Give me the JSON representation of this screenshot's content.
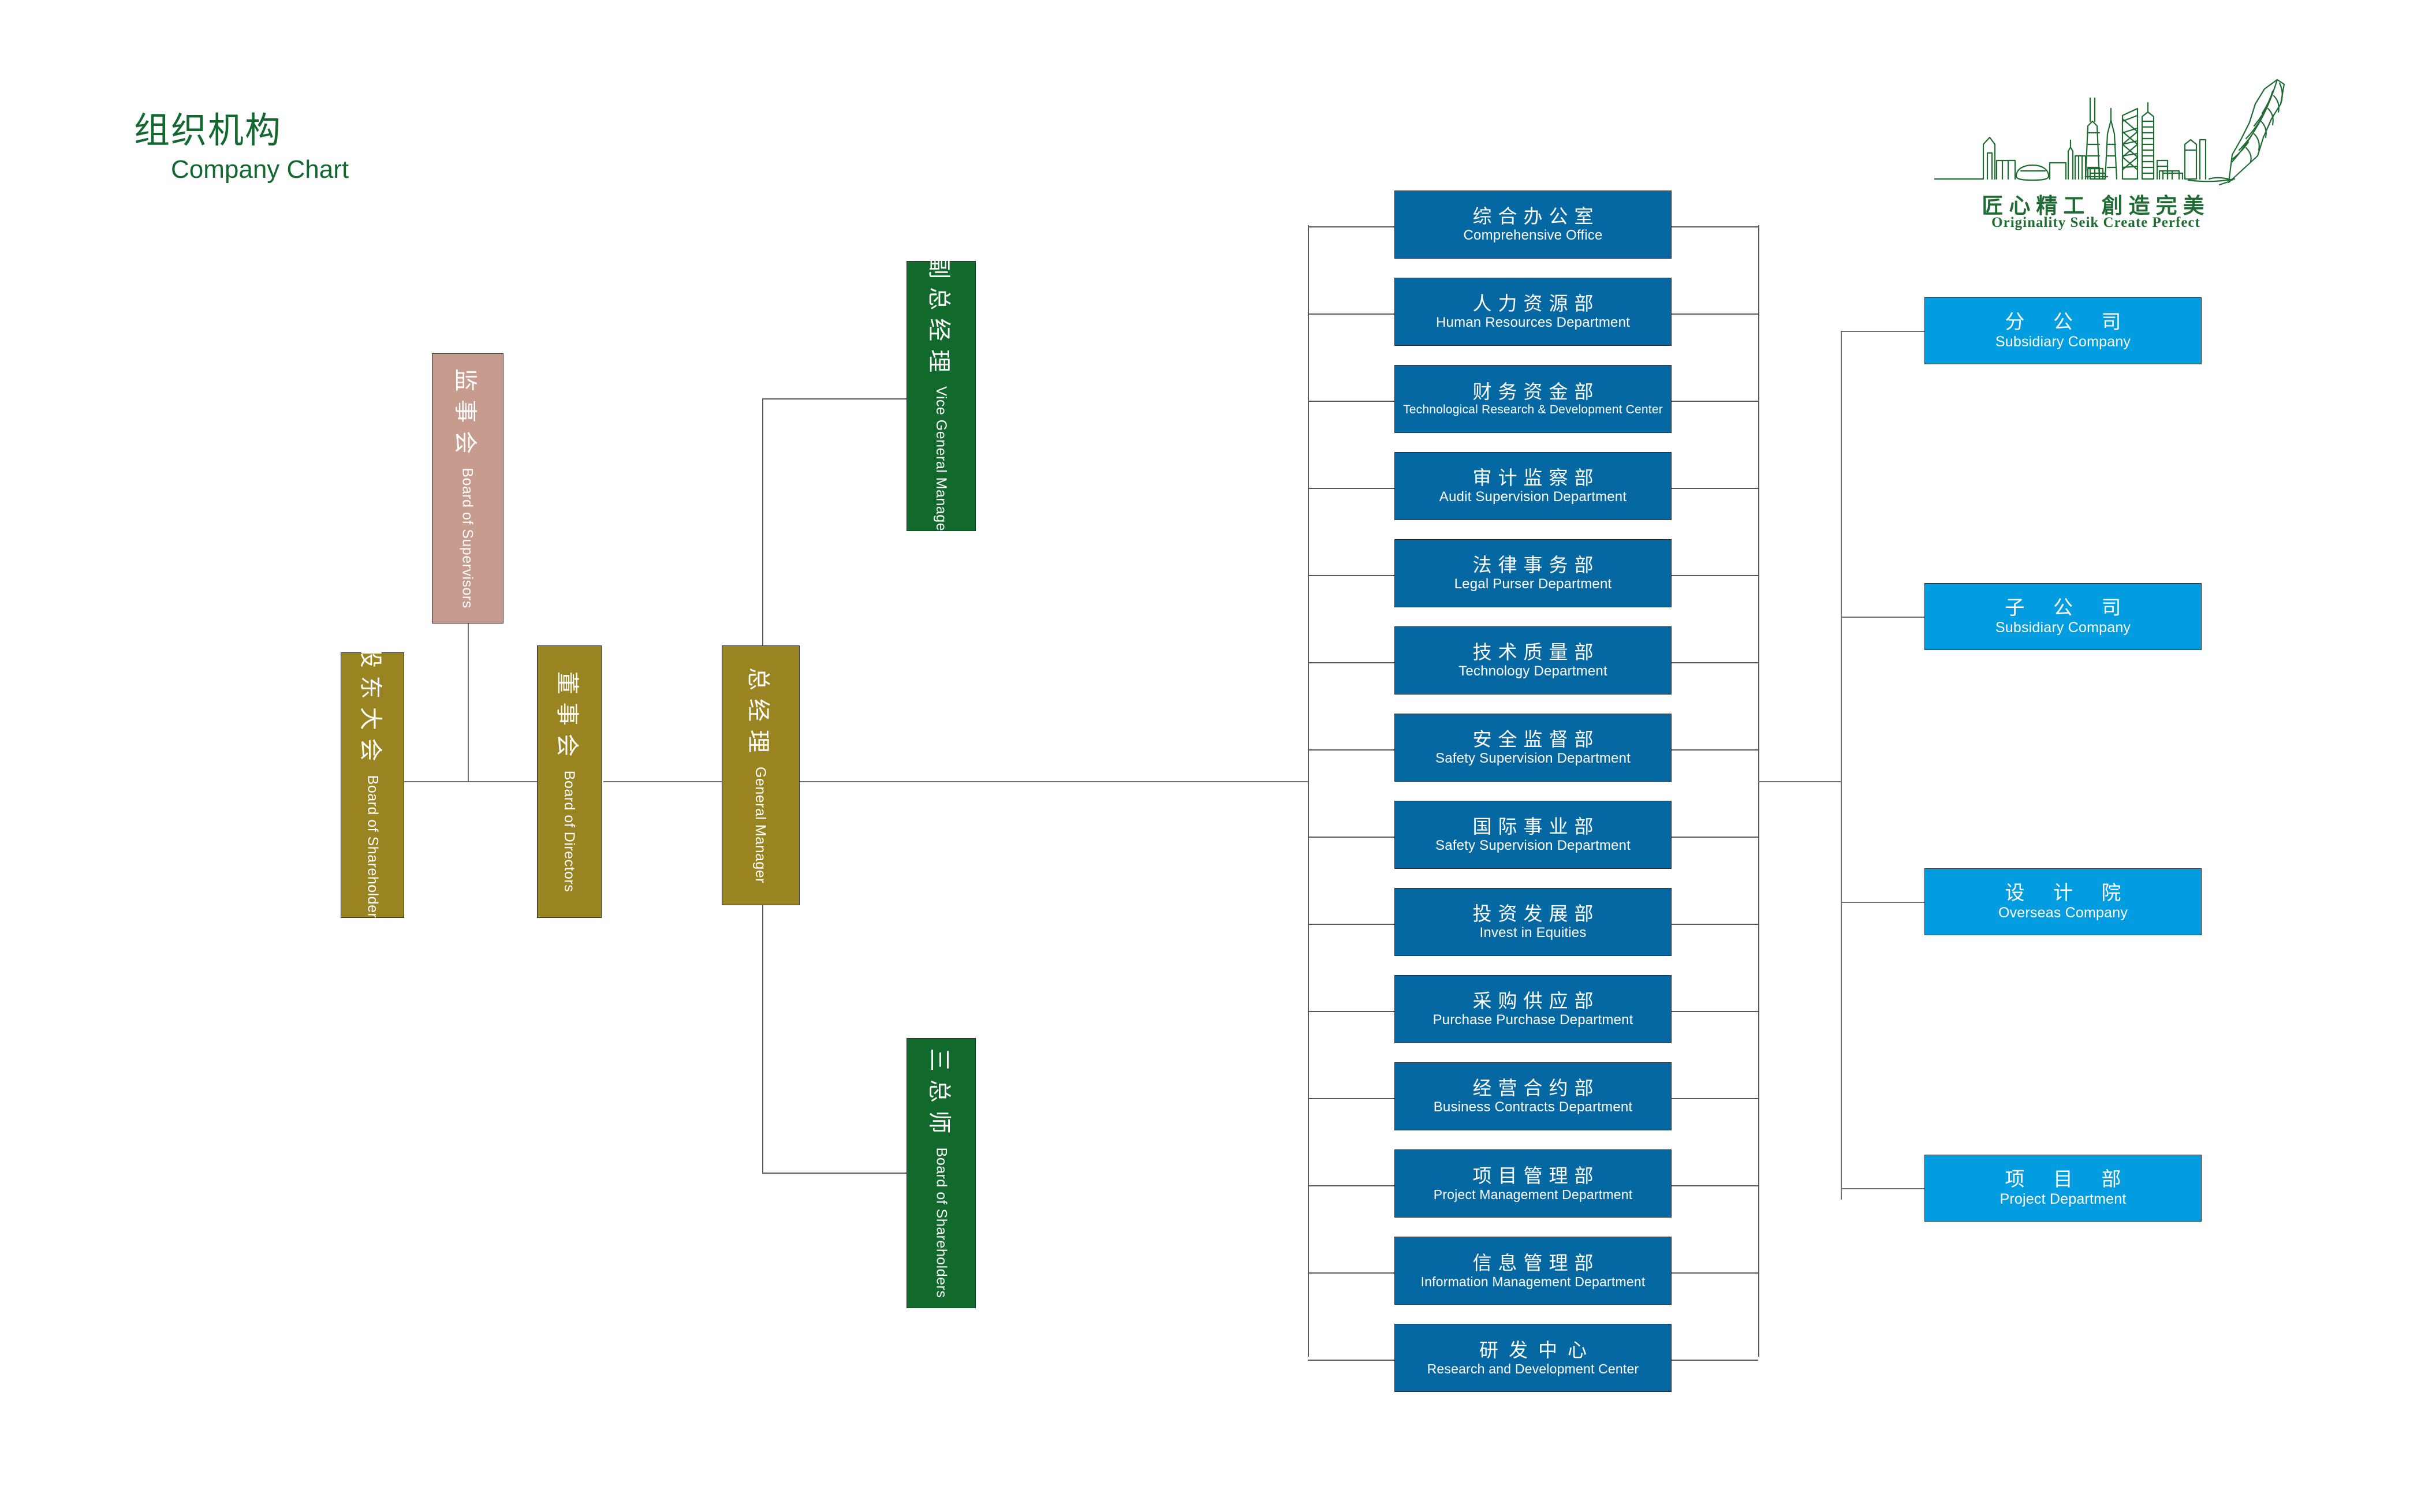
{
  "title": {
    "cn": "组织机构",
    "en": "Company Chart"
  },
  "logo": {
    "name": "company-logo",
    "slogan_cn": "匠心精工 創造完美",
    "slogan_en": "Originality Seik   Create Perfect"
  },
  "colors": {
    "title_green": "#13682f",
    "olive": "#9a8422",
    "rosy_brown": "#c79b8e",
    "dark_green": "#11692c",
    "dept_blue": "#0668a3",
    "cyan_blue": "#029de0",
    "connector": "#6e6e6e"
  },
  "governance": [
    {
      "cn": "股东大会",
      "en": "Board of Shareholders",
      "color": "olive"
    },
    {
      "cn": "董事会",
      "en": "Board of Directors",
      "color": "olive"
    },
    {
      "cn": "监事会",
      "en": "Board of Supervisors",
      "color": "rosy"
    },
    {
      "cn": "总经理",
      "en": "General Manager",
      "color": "olive"
    }
  ],
  "executives": [
    {
      "cn": "副总经理",
      "en": "Vice General Manager",
      "color": "green"
    },
    {
      "cn": "三总师",
      "en": "Board of Shareholders",
      "color": "green"
    }
  ],
  "departments": [
    {
      "cn": "综合办公室",
      "en": "Comprehensive Office"
    },
    {
      "cn": "人力资源部",
      "en": "Human Resources Department"
    },
    {
      "cn": "财务资金部",
      "en": "Technological Research & Development Center"
    },
    {
      "cn": "审计监察部",
      "en": "Audit Supervision Department"
    },
    {
      "cn": "法律事务部",
      "en": "Legal Purser Department"
    },
    {
      "cn": "技术质量部",
      "en": "Technology Department"
    },
    {
      "cn": "安全监督部",
      "en": "Safety Supervision Department"
    },
    {
      "cn": "国际事业部",
      "en": "Safety Supervision Department"
    },
    {
      "cn": "投资发展部",
      "en": "Invest in Equities"
    },
    {
      "cn": "采购供应部",
      "en": "Purchase Purchase Department"
    },
    {
      "cn": "经营合约部",
      "en": "Business Contracts Department"
    },
    {
      "cn": "项目管理部",
      "en": "Project Management Department"
    },
    {
      "cn": "信息管理部",
      "en": "Information Management Department"
    },
    {
      "cn": "研发中心",
      "en": "Research and Development Center"
    }
  ],
  "subsidiaries": [
    {
      "cn": "分 公 司",
      "en": "Subsidiary Company"
    },
    {
      "cn": "子 公 司",
      "en": "Subsidiary Company"
    },
    {
      "cn": "设 计 院",
      "en": "Overseas Company"
    },
    {
      "cn": "项 目 部",
      "en": "Project Department"
    }
  ]
}
